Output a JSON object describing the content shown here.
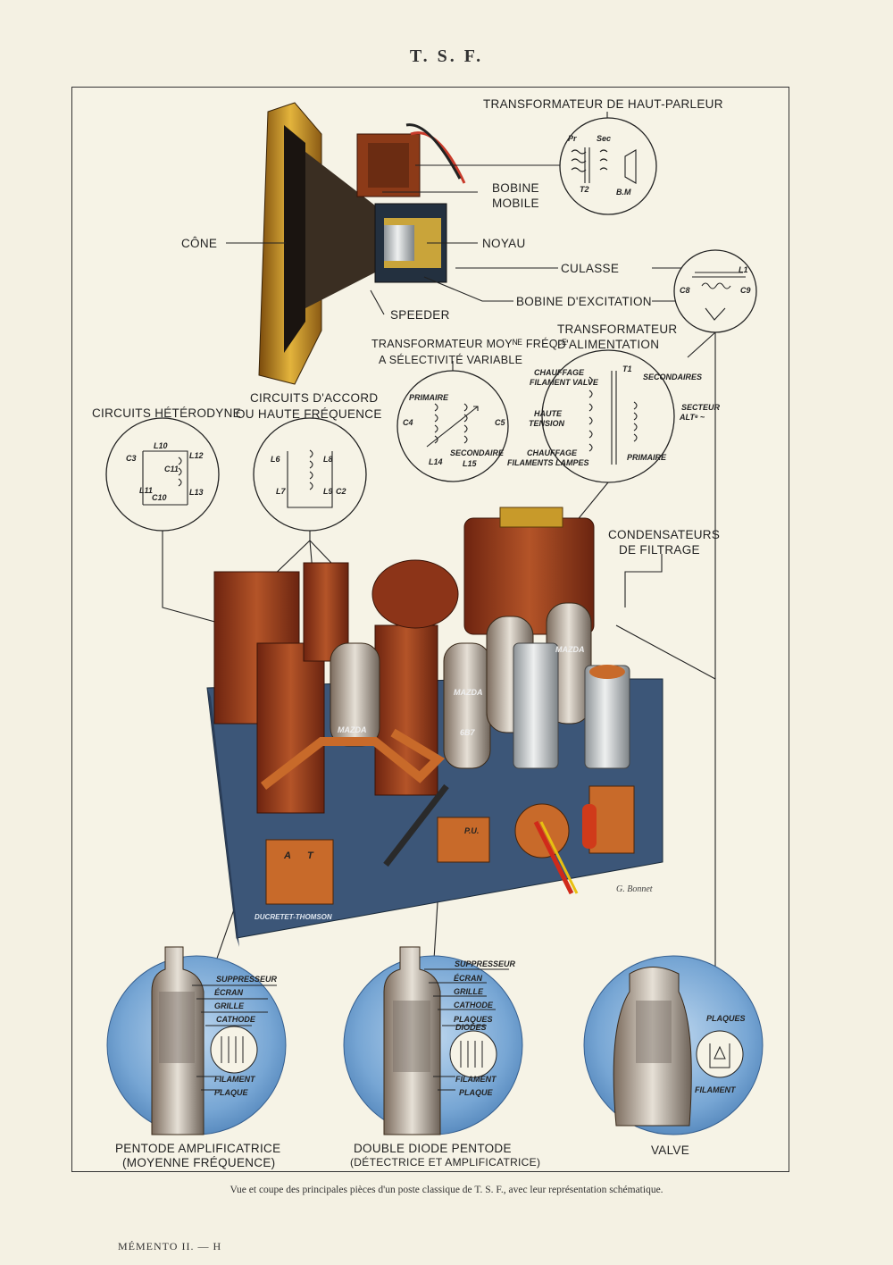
{
  "page": {
    "title": "T. S. F.",
    "caption": "Vue et coupe des principales pièces d'un poste classique de T. S. F., avec leur représentation schématique.",
    "footer": "MÉMENTO II. — H",
    "signature": "G. Bonnet",
    "chassis_brand": "DUCRETET-THOMSON"
  },
  "speaker": {
    "transformer": "TRANSFORMATEUR DE HAUT-PARLEUR",
    "moving_coil_1": "BOBINE",
    "moving_coil_2": "MOBILE",
    "cone": "CÔNE",
    "core": "NOYAU",
    "yoke": "CULASSE",
    "field_coil": "BOBINE D'EXCITATION",
    "spider": "SPEEDER",
    "schematic": {
      "pr": "Pr",
      "sec": "Sec",
      "t2": "T2",
      "bm": "B.M"
    }
  },
  "filter_schematic": {
    "l1": "L1",
    "c8": "C8",
    "c9": "C9"
  },
  "power_transformer": {
    "title_1": "TRANSFORMATEUR",
    "title_2": "D'ALIMENTATION",
    "t1": "T1",
    "heat_valve_1": "CHAUFFAGE",
    "heat_valve_2": "FILAMENT VALVE",
    "secondaries": "SECONDAIRES",
    "ht_1": "HAUTE",
    "ht_2": "TENSION",
    "mains_1": "SECTEUR",
    "mains_2": "ALTᵉ ~",
    "heat_lamps_1": "CHAUFFAGE",
    "heat_lamps_2": "FILAMENTS LAMPES",
    "primary": "PRIMAIRE"
  },
  "if_transformer": {
    "title_1": "TRANSFORMATEUR MOYᴺᴱ FRÉQᶜᴱ",
    "title_2": "A SÉLECTIVITÉ VARIABLE",
    "primary": "PRIMAIRE",
    "secondary": "SECONDAIRE",
    "c4": "C4",
    "c5": "C5",
    "l14": "L14",
    "l15": "L15"
  },
  "heterodyne": {
    "title": "CIRCUITS HÉTÉRODYNE",
    "c3": "C3",
    "l10": "L10",
    "c11": "C11",
    "l12": "L12",
    "l11": "L11",
    "l13": "L13",
    "c10": "C10"
  },
  "tuning": {
    "title_1": "CIRCUITS D'ACCORD",
    "title_2": "OU HAUTE FRÉQUENCE",
    "l6": "L6",
    "l8": "L8",
    "l7": "L7",
    "l9": "L9",
    "c2": "C2"
  },
  "filter_caps": {
    "title_1": "CONDENSATEURS",
    "title_2": "DE FILTRAGE"
  },
  "chassis": {
    "a": "A",
    "t": "T",
    "pu": "P.U.",
    "tube_1": "MAZDA",
    "tube_2": "MAZDA",
    "tube_3": "6B7",
    "tube_4": "MAZDA"
  },
  "tubes": [
    {
      "name_1": "PENTODE AMPLIFICATRICE",
      "name_2": "(MOYENNE FRÉQUENCE)",
      "parts": [
        "SUPPRESSEUR",
        "ÉCRAN",
        "GRILLE",
        "CATHODE",
        "FILAMENT",
        "PLAQUE"
      ]
    },
    {
      "name_1": "DOUBLE DIODE PENTODE",
      "name_2": "(DÉTECTRICE ET AMPLIFICATRICE)",
      "parts": [
        "SUPPRESSEUR",
        "ÉCRAN",
        "GRILLE",
        "CATHODE",
        "PLAQUES",
        "DIODES",
        "FILAMENT",
        "PLAQUE"
      ]
    },
    {
      "name_1": "VALVE",
      "parts": [
        "PLAQUES",
        "FILAMENT"
      ]
    }
  ],
  "colors": {
    "paper": "#f4f1e3",
    "chassis_blue": "#3c5678",
    "copper": "#9c3e1c",
    "brass": "#c89a2a",
    "circle_blue": "#6e9fd0"
  }
}
